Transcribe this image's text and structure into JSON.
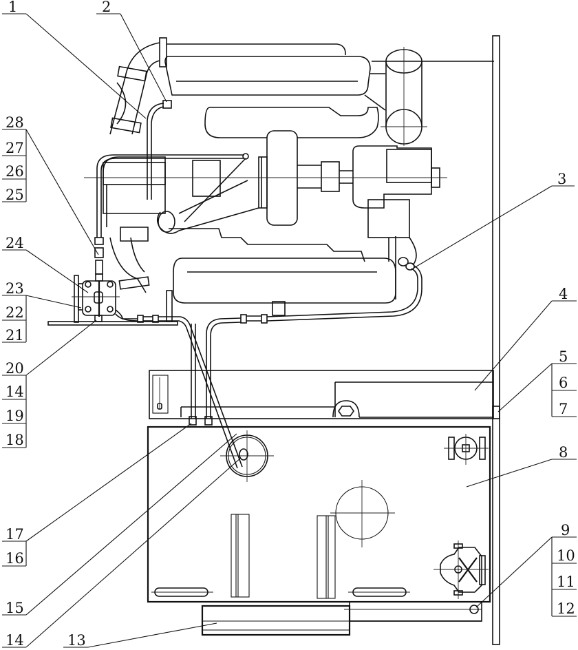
{
  "drawing": {
    "title": "Engine–generator unit assembly drawing (side view)",
    "colors": {
      "line": "#111111",
      "background": "#ffffff"
    },
    "callouts": {
      "c1": "1",
      "c2": "2",
      "c3": "3",
      "c4": "4",
      "c5": "5",
      "c6": "6",
      "c7": "7",
      "c8": "8",
      "c9": "9",
      "c10": "10",
      "c11": "11",
      "c12": "12",
      "c13": "13",
      "c14a": "14",
      "c14b": "14",
      "c15": "15",
      "c16": "16",
      "c17": "17",
      "c18": "18",
      "c19": "19",
      "c20": "20",
      "c21": "21",
      "c22": "22",
      "c23": "23",
      "c24": "24",
      "c25": "25",
      "c26": "26",
      "c27": "27",
      "c28": "28"
    }
  }
}
